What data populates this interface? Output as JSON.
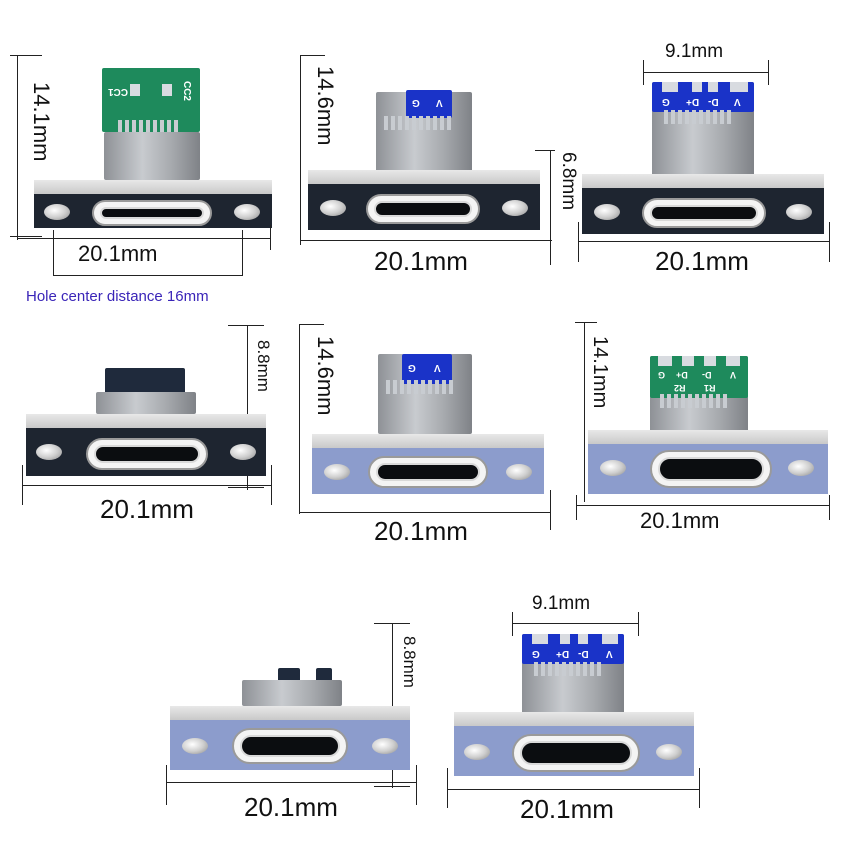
{
  "title": "USB Type-C panel mount connector variants with dimensions",
  "accent_colors": {
    "dimension_lines": "#222222",
    "note_text": "#3a25b8",
    "dark_flange": "#1e2530",
    "blue_flange": "#8c9ccc",
    "green_pcb": "#1e8a5c",
    "blue_pcb": "#1a33c8"
  },
  "products": [
    {
      "id": 1,
      "flange": "black",
      "pcb": "green",
      "pcb_labels": [
        "CC1",
        "CC2"
      ],
      "height_label": "14.1mm",
      "width_label": "20.1mm",
      "note": "Hole center distance 16mm"
    },
    {
      "id": 2,
      "flange": "black",
      "pcb": "blue",
      "pcb_labels": [
        "G",
        "V"
      ],
      "height_label": "14.6mm",
      "side_label": "6.8mm",
      "width_label": "20.1mm"
    },
    {
      "id": 3,
      "flange": "black",
      "pcb": "blue",
      "pcb_labels": [
        "G",
        "D+",
        "D-",
        "V"
      ],
      "top_label": "9.1mm",
      "width_label": "20.1mm"
    },
    {
      "id": 4,
      "flange": "black",
      "pcb": "none",
      "height_label": "8.8mm",
      "width_label": "20.1mm"
    },
    {
      "id": 5,
      "flange": "blue",
      "pcb": "blue",
      "pcb_labels": [
        "G",
        "V"
      ],
      "height_label": "14.6mm",
      "width_label": "20.1mm"
    },
    {
      "id": 6,
      "flange": "blue",
      "pcb": "green",
      "pcb_labels": [
        "G",
        "D+",
        "D-",
        "V",
        "R2",
        "R1"
      ],
      "height_label": "14.1mm",
      "width_label": "20.1mm"
    },
    {
      "id": 7,
      "flange": "blue",
      "pcb": "none",
      "height_label": "8.8mm",
      "width_label": "20.1mm"
    },
    {
      "id": 8,
      "flange": "blue",
      "pcb": "blue",
      "pcb_labels": [
        "G",
        "D+",
        "D-",
        "V"
      ],
      "top_label": "9.1mm",
      "width_label": "20.1mm"
    }
  ]
}
